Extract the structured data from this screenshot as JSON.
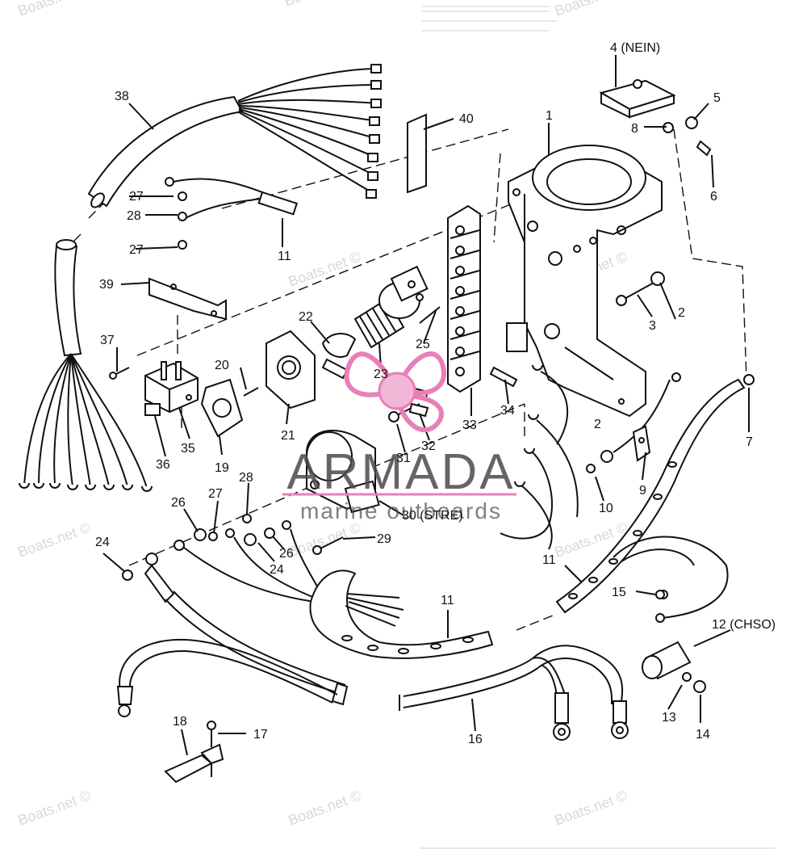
{
  "callouts": [
    {
      "id": "1",
      "text": "1"
    },
    {
      "id": "2a",
      "text": "2"
    },
    {
      "id": "2b",
      "text": "2"
    },
    {
      "id": "3",
      "text": "3"
    },
    {
      "id": "4",
      "text": "4 (NEIN)"
    },
    {
      "id": "5",
      "text": "5"
    },
    {
      "id": "6",
      "text": "6"
    },
    {
      "id": "7",
      "text": "7"
    },
    {
      "id": "8",
      "text": "8"
    },
    {
      "id": "9",
      "text": "9"
    },
    {
      "id": "10",
      "text": "10"
    },
    {
      "id": "11a",
      "text": "11"
    },
    {
      "id": "11b",
      "text": "11"
    },
    {
      "id": "11c",
      "text": "11"
    },
    {
      "id": "12",
      "text": "12 (CHSO)"
    },
    {
      "id": "13",
      "text": "13"
    },
    {
      "id": "14",
      "text": "14"
    },
    {
      "id": "15",
      "text": "15"
    },
    {
      "id": "16",
      "text": "16"
    },
    {
      "id": "17",
      "text": "17"
    },
    {
      "id": "18",
      "text": "18"
    },
    {
      "id": "19",
      "text": "19"
    },
    {
      "id": "20",
      "text": "20"
    },
    {
      "id": "21",
      "text": "21"
    },
    {
      "id": "22",
      "text": "22"
    },
    {
      "id": "23",
      "text": "23"
    },
    {
      "id": "24a",
      "text": "24"
    },
    {
      "id": "24b",
      "text": "24"
    },
    {
      "id": "25",
      "text": "25"
    },
    {
      "id": "26a",
      "text": "26"
    },
    {
      "id": "26b",
      "text": "26"
    },
    {
      "id": "27a",
      "text": "27"
    },
    {
      "id": "27b",
      "text": "27"
    },
    {
      "id": "27c",
      "text": "27"
    },
    {
      "id": "28a",
      "text": "28"
    },
    {
      "id": "28b",
      "text": "28"
    },
    {
      "id": "29",
      "text": "29"
    },
    {
      "id": "30",
      "text": "30 (STRE)"
    },
    {
      "id": "31",
      "text": "31"
    },
    {
      "id": "32",
      "text": "32"
    },
    {
      "id": "33",
      "text": "33"
    },
    {
      "id": "34",
      "text": "34"
    },
    {
      "id": "35",
      "text": "35"
    },
    {
      "id": "36",
      "text": "36"
    },
    {
      "id": "37",
      "text": "37"
    },
    {
      "id": "38",
      "text": "38"
    },
    {
      "id": "39",
      "text": "39"
    },
    {
      "id": "40",
      "text": "40"
    }
  ],
  "watermark": "Boats.net ©",
  "brand": {
    "name": "ARMADA",
    "tagline": "marine outboards",
    "accent": "#e87fb8",
    "accent_light": "#f2b6d6"
  }
}
